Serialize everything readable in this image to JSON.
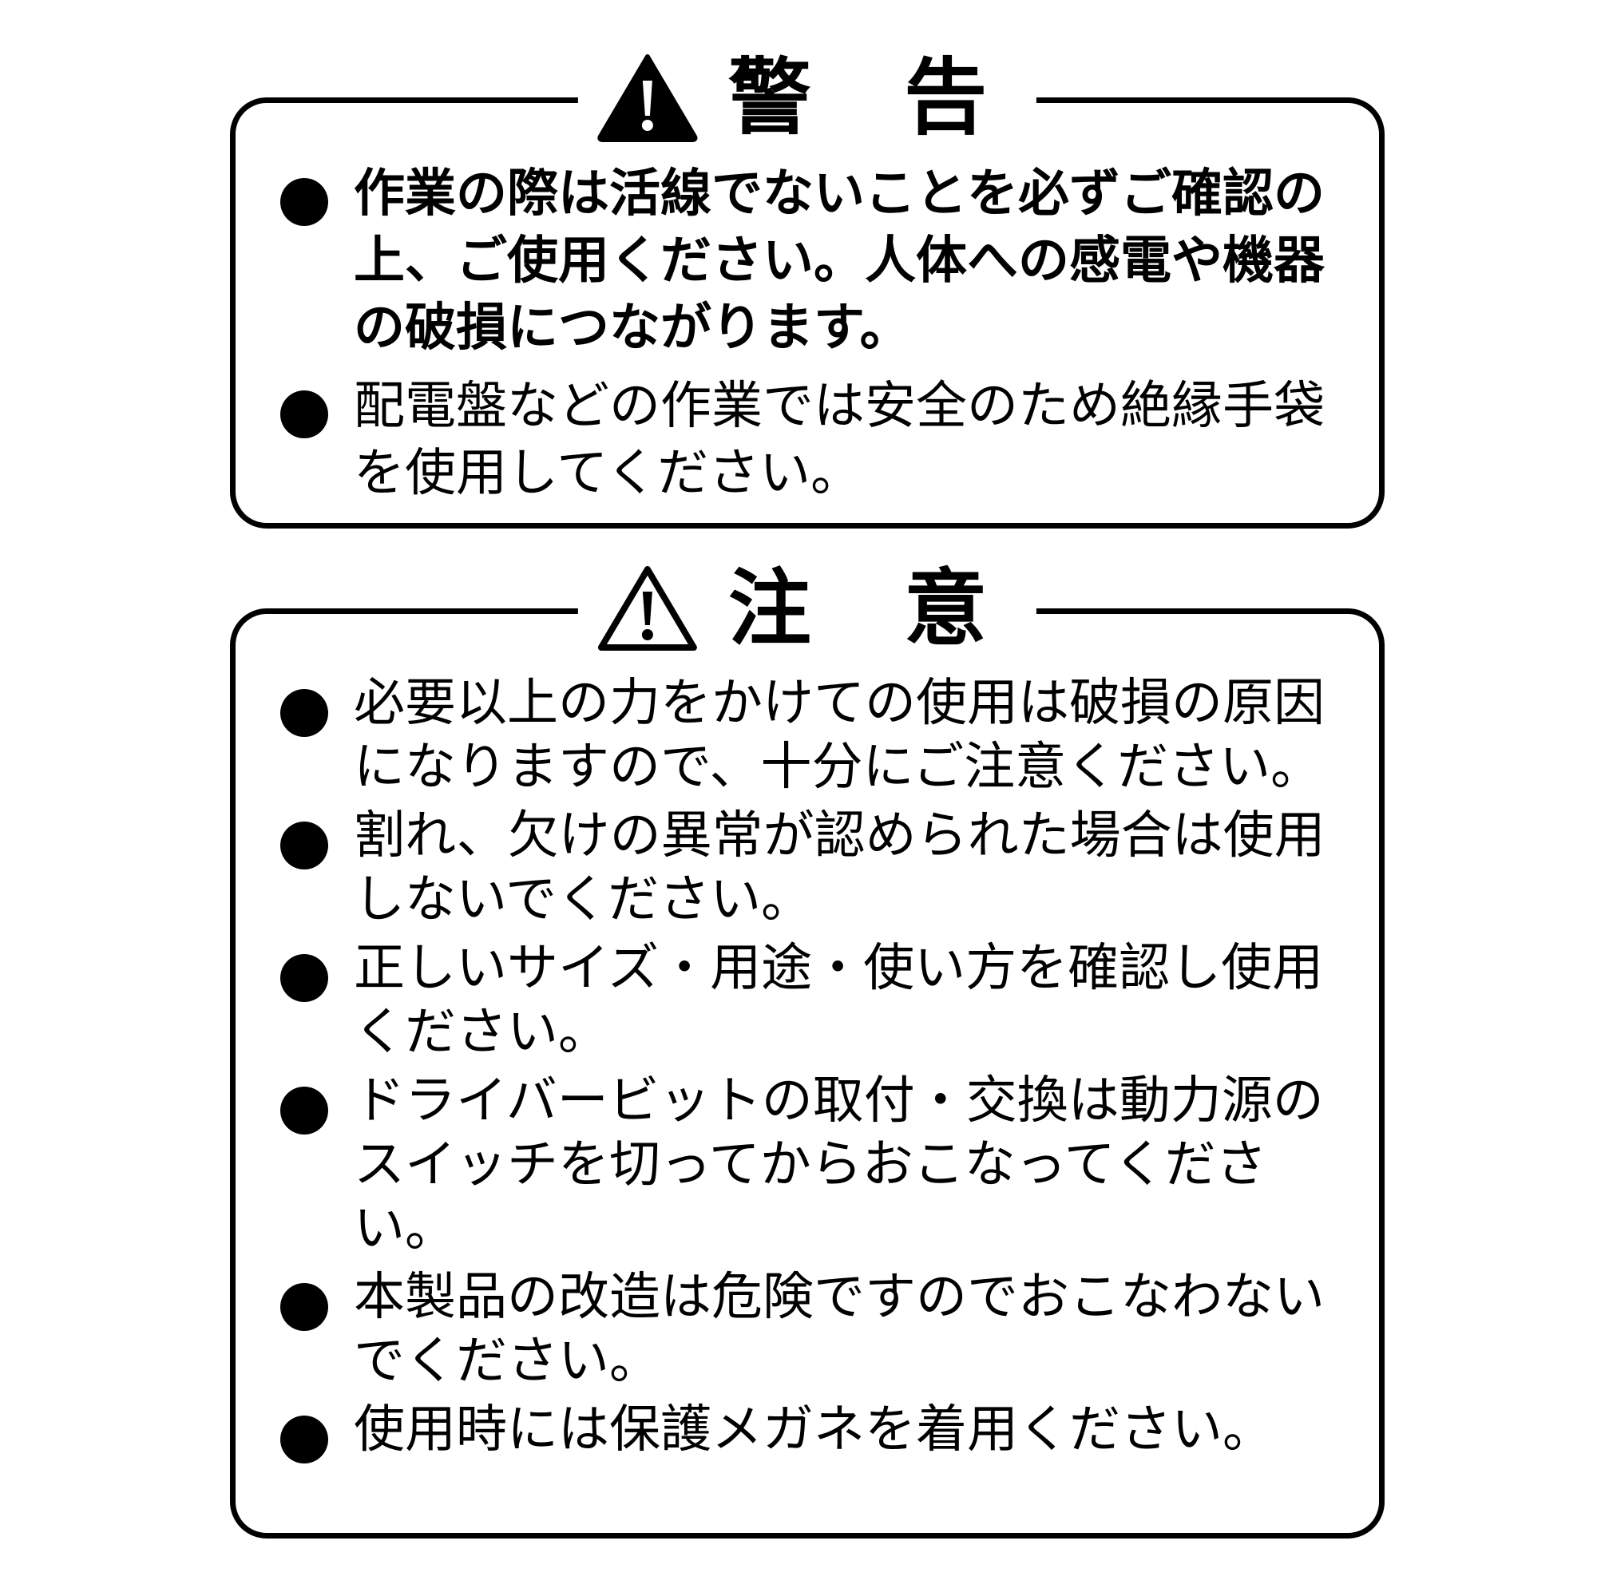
{
  "warning": {
    "title": "警 告",
    "items": [
      "作業の際は活線でないことを必ずご確認の上、ご使用ください。人体への感電や機器の破損につながります。",
      "配電盤などの作業では安全のため絶縁手袋を使用してください。"
    ]
  },
  "caution": {
    "title": "注 意",
    "items": [
      "必要以上の力をかけての使用は破損の原因になりますので、十分にご注意ください。",
      "割れ、欠けの異常が認められた場合は使用しないでください。",
      "正しいサイズ・用途・使い方を確認し使用ください。",
      "ドライバービットの取付・交換は動力源のスイッチを切ってからおこなってください。",
      "本製品の改造は危険ですのでおこなわないでください。",
      "使用時には保護メガネを着用ください。"
    ]
  },
  "colors": {
    "ink": "#000000",
    "background": "#ffffff"
  },
  "icons": {
    "warning": "warning-triangle-filled-icon",
    "caution": "warning-triangle-outline-icon"
  }
}
